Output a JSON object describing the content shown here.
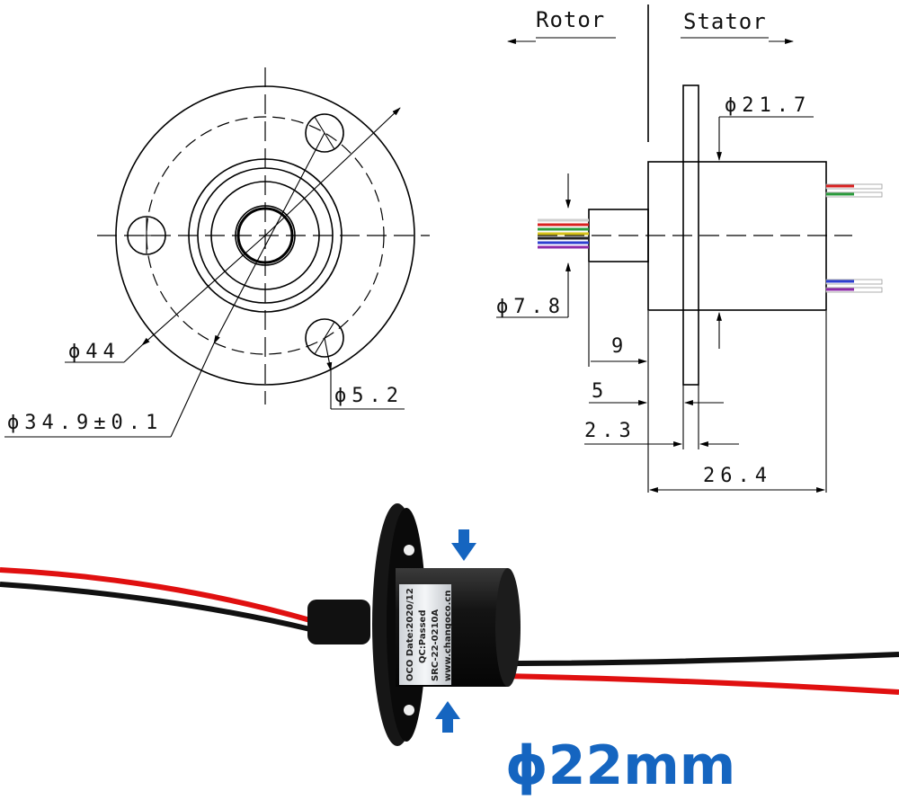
{
  "sections": {
    "rotor": "Rotor",
    "stator": "Stator"
  },
  "front_view": {
    "dims": {
      "outer": "ϕ44",
      "bolt_circle": "ϕ34.9±0.1",
      "hole": "ϕ5.2"
    }
  },
  "side_view": {
    "dims": {
      "body_dia": "ϕ21.7",
      "rotor_dia": "ϕ7.8",
      "rotor_len": "9",
      "flange_pos": "5",
      "flange_thk": "2.3",
      "total_len": "26.4"
    }
  },
  "photo": {
    "label_lines": [
      "OCO Date:2020/12",
      "QC:Passed",
      "SRC-22-0210A",
      "www.changoco.cn"
    ]
  },
  "size_label": "ϕ22mm",
  "colors": {
    "accent": "#1565c0",
    "wire_red": "#e01010",
    "wire_black": "#111111"
  }
}
